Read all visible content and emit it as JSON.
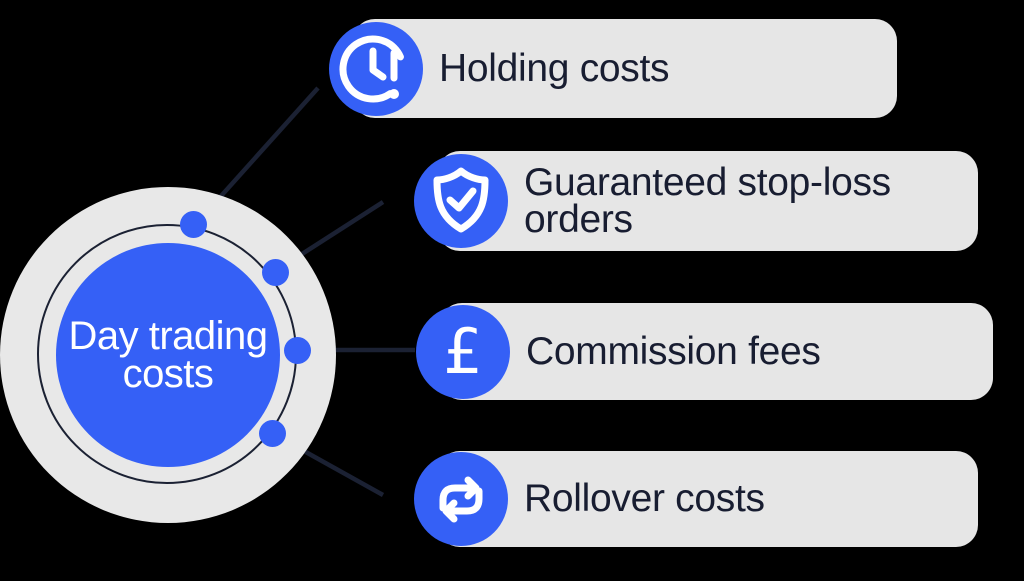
{
  "colors": {
    "background": "#000000",
    "accent_blue": "#3560f6",
    "card_background": "#e6e6e6",
    "hub_outer_circle": "#e8e8e8",
    "line_dark_navy": "#1b2133",
    "text_dark": "#181d31",
    "text_light": "#ffffff"
  },
  "hub": {
    "title": "Day trading\ncosts"
  },
  "items": [
    {
      "label": "Holding costs",
      "icon": "clock-alert-icon"
    },
    {
      "label": "Guaranteed stop-loss orders",
      "icon": "shield-check-icon"
    },
    {
      "label": "Commission fees",
      "icon": "pound-icon",
      "symbol": "£"
    },
    {
      "label": "Rollover costs",
      "icon": "repeat-icon"
    }
  ]
}
